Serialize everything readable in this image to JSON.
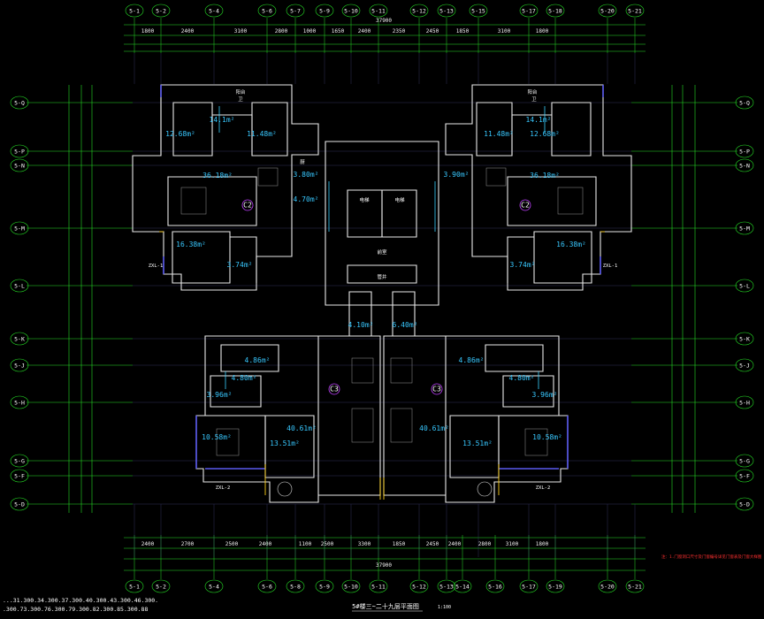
{
  "drawing": {
    "title": "5#楼三~二十九层平面图",
    "scale": "1:100",
    "total_dim": "37900",
    "red_note": "注：1.门窗洞口尺寸及门窗编号详见门窗表及门窗大样图"
  },
  "axes_top": [
    "5-1",
    "5-2",
    "5-4",
    "5-6",
    "5-7",
    "5-9",
    "5-10",
    "5-11",
    "5-12",
    "5-13",
    "5-15",
    "5-17",
    "5-18",
    "5-20",
    "5-21"
  ],
  "axes_bottom": [
    "5-1",
    "5-2",
    "5-4",
    "5-6",
    "5-8",
    "5-9",
    "5-10",
    "5-11",
    "5-12",
    "5-13",
    "5-14",
    "5-16",
    "5-17",
    "5-19",
    "5-20",
    "5-21"
  ],
  "axes_left": [
    "5-Q",
    "5-P",
    "5-N",
    "5-M",
    "5-L",
    "5-K",
    "5-J",
    "5-H",
    "5-G",
    "5-F",
    "5-D"
  ],
  "axes_right": [
    "5-Q",
    "5-P",
    "5-N",
    "5-M",
    "5-L",
    "5-K",
    "5-J",
    "5-H",
    "5-G",
    "5-F",
    "5-D"
  ],
  "top_dims": [
    "1800",
    "2400",
    "3100",
    "2800",
    "1000",
    "1650",
    "2400",
    "2350",
    "2450",
    "1850",
    "3100",
    "1800"
  ],
  "bottom_dims": [
    "2400",
    "2700",
    "2500",
    "2400",
    "1100",
    "2500",
    "3300",
    "1850",
    "2450",
    "2400",
    "2800",
    "3100",
    "1800"
  ],
  "area_labels": [
    "12.68m²",
    "14.1m²",
    "11.48m²",
    "36.18m²",
    "16.38m²",
    "3.74m²",
    "4.86m²",
    "4.80m²",
    "3.96m²",
    "10.58m²",
    "13.51m²",
    "40.61m²",
    "12.68m²",
    "14.1m²",
    "11.48m²",
    "36.18m²",
    "16.38m²",
    "3.74m²",
    "4.86m²",
    "4.80m²",
    "3.96m²",
    "10.58m²",
    "13.51m²",
    "40.61m²",
    "4.10m²",
    "6.40m²",
    "3.80m²",
    "4.70m²",
    "3.90m²"
  ],
  "units": [
    "C2",
    "C2",
    "C3",
    "C3"
  ],
  "room_labels": [
    "ZXL-1",
    "ZXL-1",
    "ZXL-2",
    "ZXL-2",
    "厨",
    "卫",
    "卫",
    "阳台",
    "阳台",
    "电梯",
    "电梯",
    "前室",
    "管井"
  ],
  "elevations": "...31.300.34.300.37.300.40.300.43.300.46.300.\n.300.73.300.76.300.79.300.82.300.85.300.88"
}
